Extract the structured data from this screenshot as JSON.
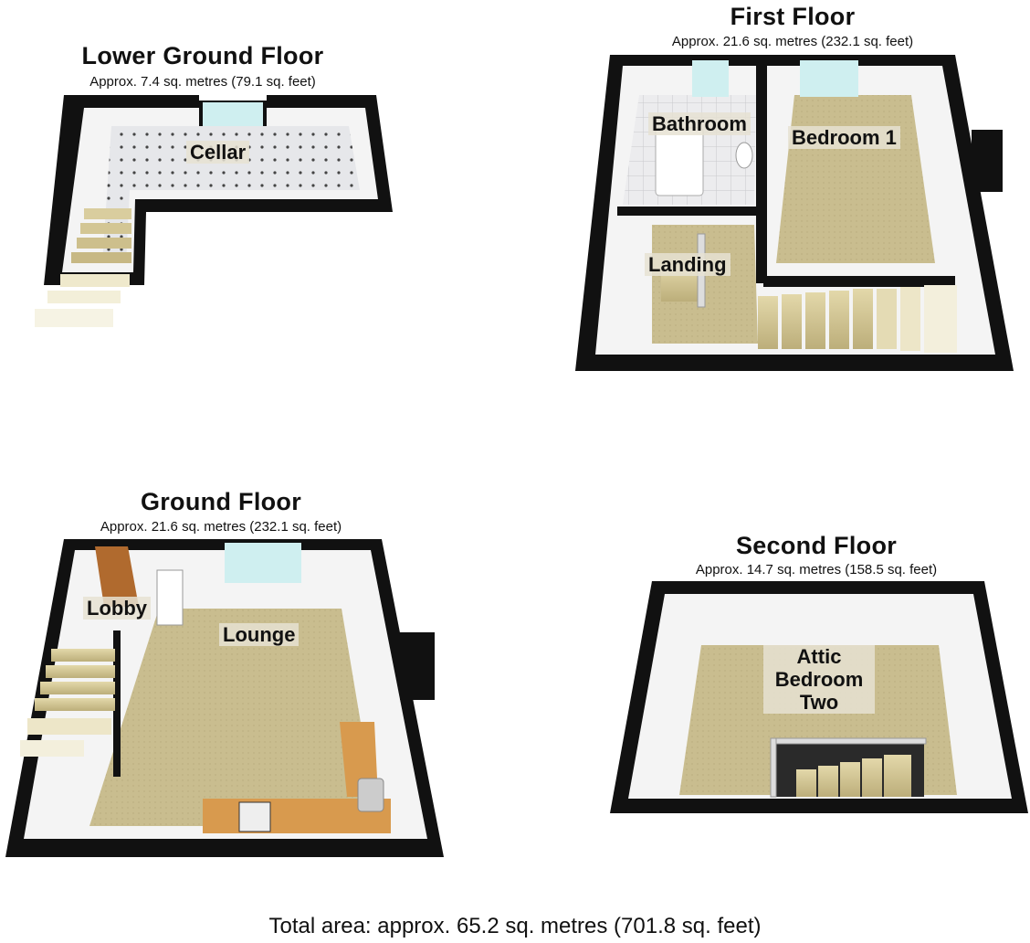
{
  "floors": [
    {
      "key": "lower_ground",
      "title": "Lower Ground Floor",
      "area": "Approx. 7.4 sq. metres (79.1 sq. feet)",
      "rooms": [
        "Cellar"
      ]
    },
    {
      "key": "first",
      "title": "First Floor",
      "area": "Approx. 21.6 sq. metres (232.1 sq. feet)",
      "rooms": [
        "Bathroom",
        "Bedroom 1",
        "Landing"
      ]
    },
    {
      "key": "ground",
      "title": "Ground Floor",
      "area": "Approx. 21.6 sq. metres (232.1 sq. feet)",
      "rooms": [
        "Lobby",
        "Lounge"
      ]
    },
    {
      "key": "second",
      "title": "Second Floor",
      "area": "Approx. 14.7 sq. metres (158.5 sq. feet)",
      "rooms": [
        "Attic Bedroom Two"
      ]
    }
  ],
  "attic_label_lines": [
    "Attic",
    "Bedroom",
    "Two"
  ],
  "total_area": "Total area: approx. 65.2 sq. metres (701.8 sq. feet)",
  "colors": {
    "wall": "#111111",
    "carpet": "#c9bd8f",
    "stair": "#d8cc9c",
    "window": "#cfeff0",
    "tile": "#e7e9ec",
    "worktop": "#d89a4e"
  }
}
